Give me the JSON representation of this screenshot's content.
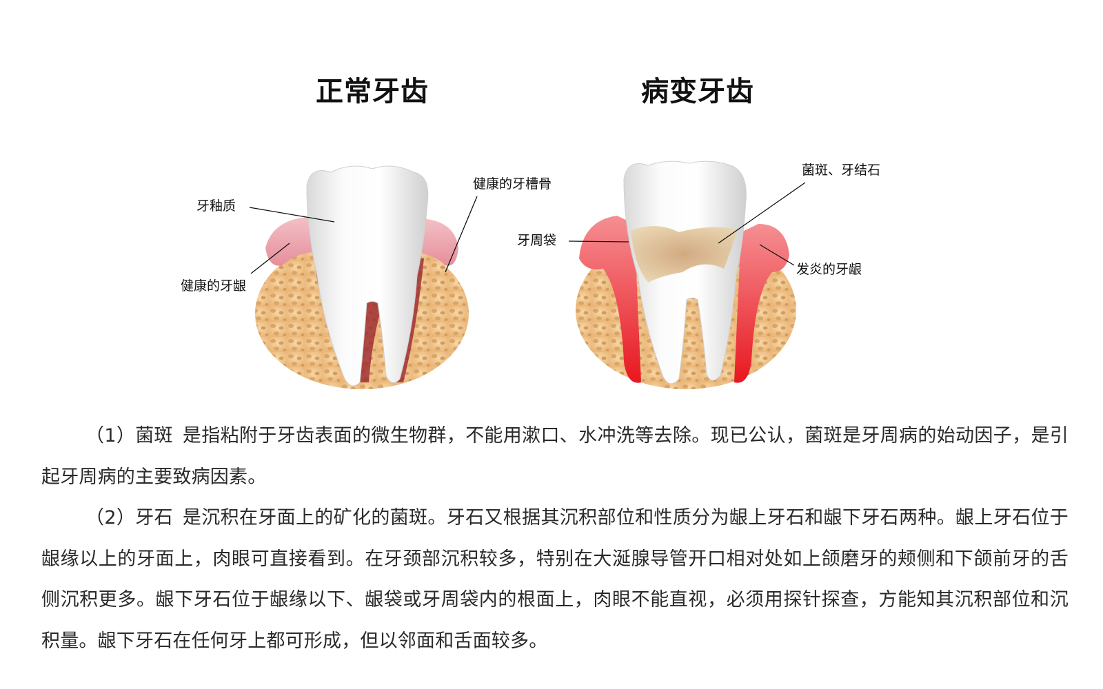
{
  "titles": {
    "normal": "正常牙齿",
    "diseased": "病变牙齿"
  },
  "labels": {
    "enamel": "牙釉质",
    "healthy_gum": "健康的牙龈",
    "healthy_alveolar_bone": "健康的牙槽骨",
    "periodontal_pocket": "牙周袋",
    "plaque_calculus": "菌斑、牙结石",
    "inflamed_gum": "发炎的牙龈"
  },
  "colors": {
    "bone": "#f2c98e",
    "bone_spots": "#dba566",
    "healthy_gum": "#e58f9a",
    "inflamed_gum": "#e8171f",
    "plaque": "#d9b487",
    "tooth": "#f4f4f4"
  },
  "paragraphs": [
    {
      "term": "（1）菌斑",
      "text": "是指粘附于牙齿表面的微生物群，不能用漱口、水冲洗等去除。现已公认，菌斑是牙周病的始动因子，是引起牙周病的主要致病因素。"
    },
    {
      "term": "（2）牙石",
      "text": "是沉积在牙面上的矿化的菌斑。牙石又根据其沉积部位和性质分为龈上牙石和龈下牙石两种。龈上牙石位于龈缘以上的牙面上，肉眼可直接看到。在牙颈部沉积较多，特别在大涎腺导管开口相对处如上颌磨牙的颊侧和下颌前牙的舌侧沉积更多。龈下牙石位于龈缘以下、龈袋或牙周袋内的根面上，肉眼不能直视，必须用探针探查，方能知其沉积部位和沉积量。龈下牙石在任何牙上都可形成，但以邻面和舌面较多。"
    }
  ]
}
